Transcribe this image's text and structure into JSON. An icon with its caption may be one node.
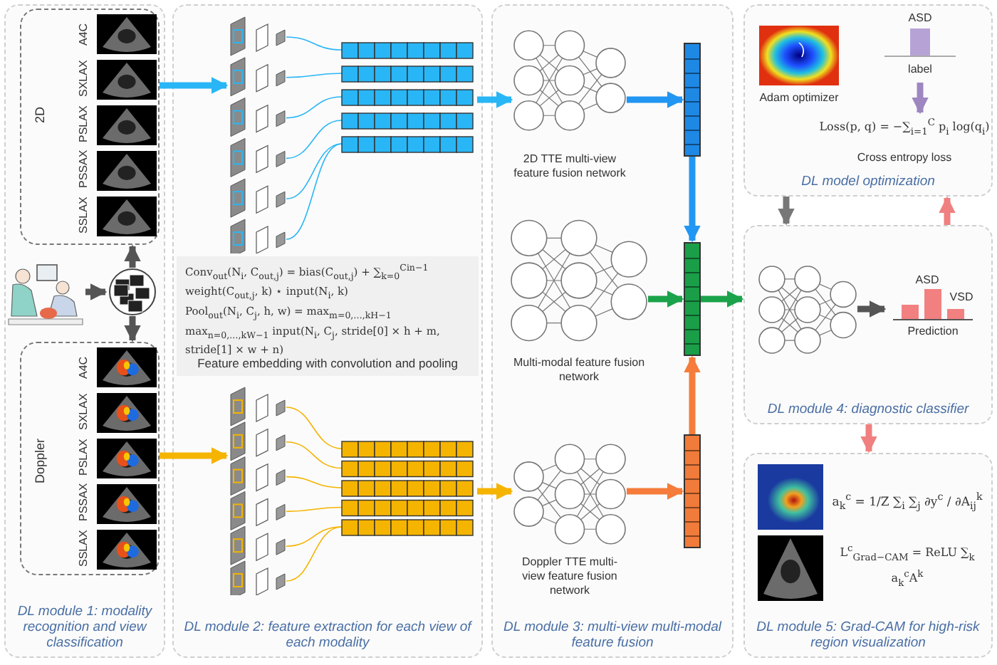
{
  "diagram": {
    "nodes": [
      {
        "text": [
          "DL module 1: modality recognition and view classification"
        ]
      },
      {
        "text": [
          "2D"
        ],
        "in": 0
      },
      {
        "text": [
          "A4C"
        ],
        "in": 1
      },
      {
        "text": [
          "SXLAX"
        ],
        "in": 1
      },
      {
        "text": [
          "PSLAX"
        ],
        "in": 1
      },
      {
        "text": [
          "PSSAX"
        ],
        "in": 1
      },
      {
        "text": [
          "SSLAX"
        ],
        "in": 1
      },
      {
        "text": [],
        "shape": "picture",
        "in": 0
      },
      {
        "text": [],
        "shape": "picture",
        "in": 0
      },
      {
        "text": [
          "Doppler"
        ],
        "in": 0
      },
      {
        "text": [
          "A4C"
        ],
        "in": 9
      },
      {
        "text": [
          "SXLAX"
        ],
        "in": 9
      },
      {
        "text": [
          "PSLAX"
        ],
        "in": 9
      },
      {
        "text": [
          "PSSAX"
        ],
        "in": 9
      },
      {
        "text": [
          "SSLAX"
        ],
        "in": 9
      },
      {
        "text": [
          "DL module 2: feature extraction for each view of each modality"
        ]
      },
      {
        "text": [],
        "shape": "picture",
        "in": 15
      },
      {
        "text": [
          "Conv$_{out}$(N$_{i}$, C$_{out,j}$) = bias(C$_{out,j}$) + ∑$_{k=0}$$^{Cin−1}$ weight(C$_{out,j}$, k) ⋆ input(N$_{i}$, k)",
          "Pool$_{out}$(N$_{i}$, C$_{j}$, h, w) = max$_{m=0,…,kH−1}$ max$_{n=0,…,kW−1}$ input(N$_{i}$, C$_{j}$, stride[0] × h + m, stride[1] × w + n)",
          "Feature embedding with convolution and pooling"
        ],
        "in": 15
      },
      {
        "text": [],
        "shape": "picture",
        "in": 15
      },
      {
        "text": [
          "DL module 3: multi-view multi-modal feature fusion"
        ]
      },
      {
        "text": [
          "2D TTE multi-view feature fusion network"
        ],
        "in": 19
      },
      {
        "text": [],
        "shape": "bar",
        "in": 19
      },
      {
        "text": [
          "Multi-modal feature fusion network"
        ],
        "in": 19
      },
      {
        "text": [],
        "shape": "bar",
        "in": 19
      },
      {
        "text": [
          "Doppler TTE multi-view feature fusion network"
        ],
        "in": 19
      },
      {
        "text": [],
        "shape": "bar",
        "in": 19
      },
      {
        "text": [
          "DL model optimization"
        ]
      },
      {
        "text": [
          "Adam optimizer"
        ],
        "in": 26
      },
      {
        "text": [
          "ASD",
          "label"
        ],
        "in": 26
      },
      {
        "text": [
          "Loss(p, q) = −∑$_{i=1}$$^{C}$ p$_{i}$ log(q$_{i}$)",
          "Cross entropy loss"
        ],
        "in": 26
      },
      {
        "text": [
          "DL module 4: diagnostic classifier"
        ]
      },
      {
        "text": [],
        "shape": "picture",
        "in": 30
      },
      {
        "text": [
          "ASD",
          "VSD",
          "Prediction"
        ],
        "in": 30
      },
      {
        "text": [
          "DL module 5: Grad-CAM for high-risk region visualization"
        ]
      },
      {
        "text": [],
        "shape": "picture",
        "in": 33
      },
      {
        "text": [],
        "shape": "picture",
        "in": 33
      },
      {
        "text": [
          "a$_{k}$$^{c}$ = 1/Z ∑$_{i}$ ∑$_{j}$ ∂y$^{c}$ / ∂A$_{ij}$$^{k}$",
          "L$^{c}$$_{Grad−CAM}$ = ReLU ∑$_{k}$ a$_{k}$$^{c}$A$^{k}$"
        ],
        "in": 33
      }
    ],
    "edges": [
      {
        "from": 7,
        "to": 8,
        "arrow": "to",
        "color": "#555555"
      },
      {
        "from": 8,
        "to": 1,
        "arrow": "to",
        "color": "#555555"
      },
      {
        "from": 8,
        "to": 9,
        "arrow": "to",
        "color": "#555555"
      },
      {
        "from": 1,
        "to": 16,
        "arrow": "to",
        "color": "#29b6f6"
      },
      {
        "from": 9,
        "to": 18,
        "arrow": "to",
        "color": "#f5b400"
      },
      {
        "from": 16,
        "to": 20,
        "arrow": "to",
        "color": "#29b6f6"
      },
      {
        "from": 18,
        "to": 24,
        "arrow": "to",
        "color": "#f5b400"
      },
      {
        "from": 20,
        "to": 21,
        "arrow": "to",
        "color": "#2196f3"
      },
      {
        "from": 21,
        "to": 23,
        "arrow": "to",
        "color": "#2196f3"
      },
      {
        "from": 22,
        "to": 23,
        "arrow": "to",
        "color": "#1aa34a"
      },
      {
        "from": 24,
        "to": 25,
        "arrow": "to",
        "color": "#f57c3a"
      },
      {
        "from": 25,
        "to": 23,
        "arrow": "to",
        "color": "#f57c3a"
      },
      {
        "from": 23,
        "to": 30,
        "arrow": "to",
        "color": "#1aa34a"
      },
      {
        "from": 26,
        "to": 30,
        "arrow": "to",
        "color": "#777777"
      },
      {
        "from": 30,
        "to": 26,
        "arrow": "to",
        "color": "#f08080"
      },
      {
        "from": 30,
        "to": 33,
        "arrow": "to",
        "color": "#f08080"
      },
      {
        "from": 31,
        "to": 32,
        "arrow": "to",
        "color": "#555555"
      },
      {
        "from": 28,
        "to": 29,
        "arrow": "to",
        "color": "#9e86c0"
      }
    ]
  }
}
